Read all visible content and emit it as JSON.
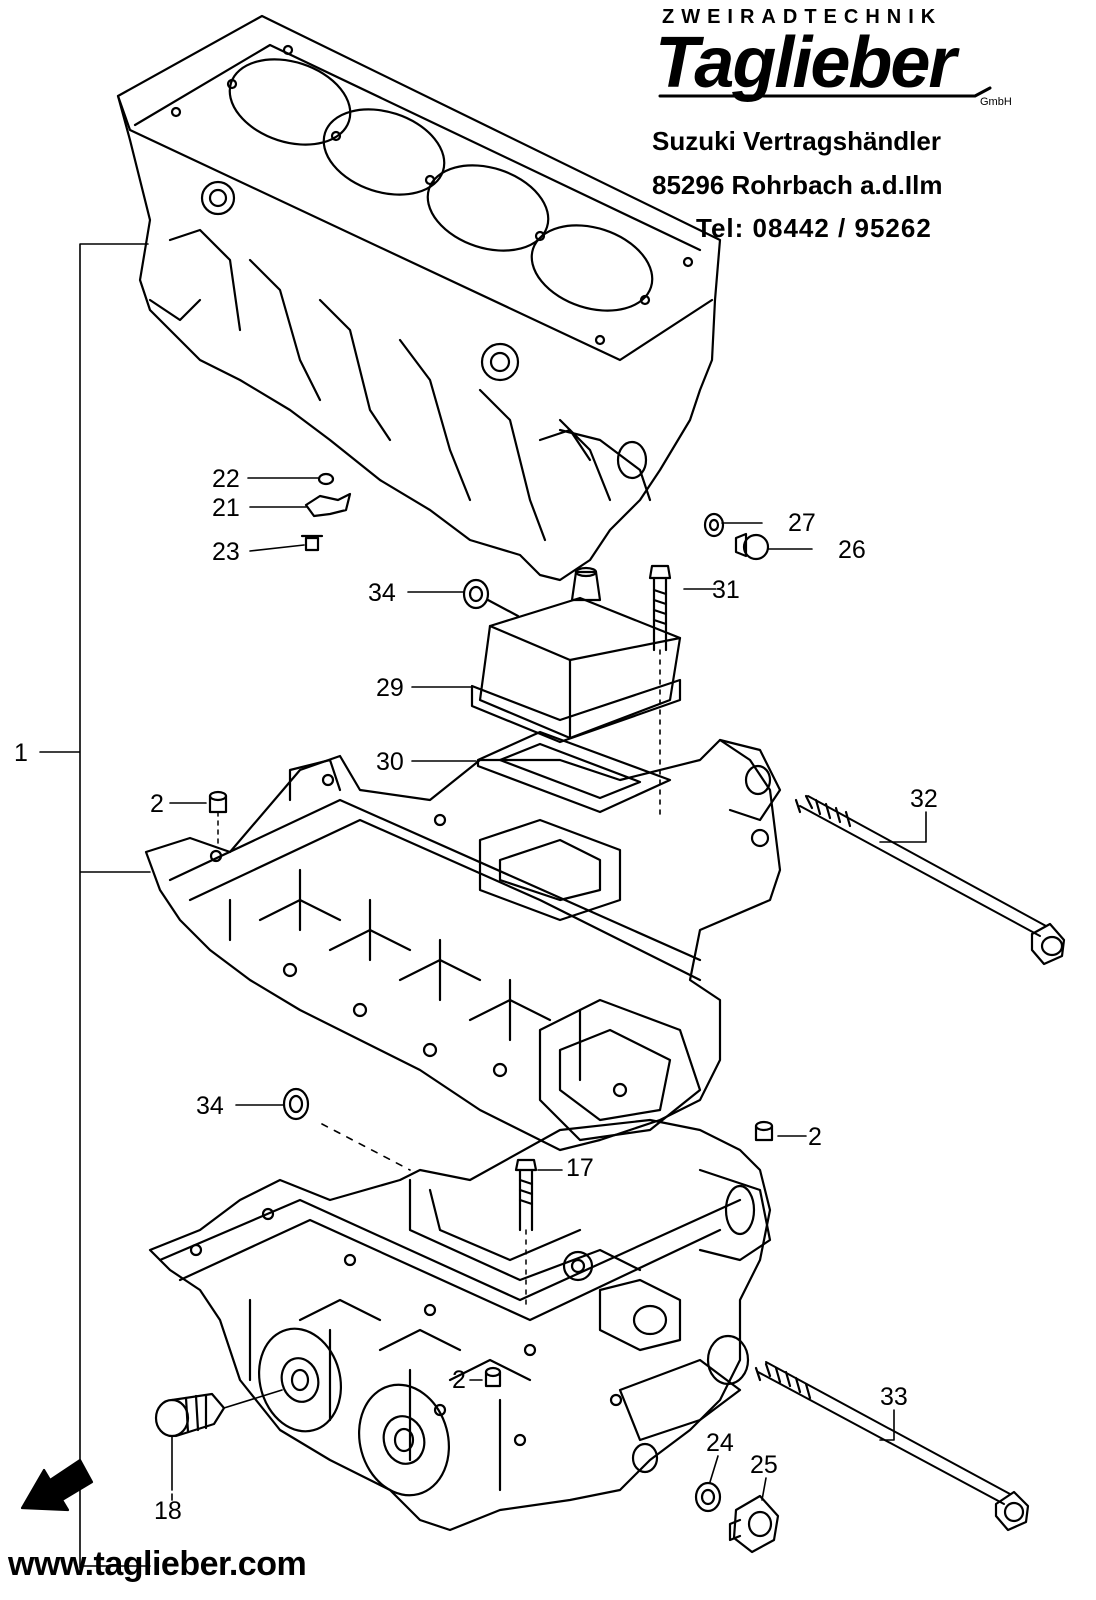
{
  "header": {
    "brand_top": "ZWEIRADTECHNIK",
    "brand_name": "Taglieber",
    "brand_suffix": "GmbH",
    "dealer": "Suzuki Vertragshändler",
    "address": "85296 Rohrbach a.d.Ilm",
    "phone": "Tel: 08442 / 95262"
  },
  "footer": {
    "website": "www.taglieber.com"
  },
  "callouts": {
    "p1": "1",
    "p2a": "2",
    "p2b": "2",
    "p2c": "2",
    "p17": "17",
    "p18": "18",
    "p21": "21",
    "p22": "22",
    "p23": "23",
    "p24": "24",
    "p25": "25",
    "p26": "26",
    "p27": "27",
    "p29": "29",
    "p30": "30",
    "p31": "31",
    "p32": "32",
    "p33": "33",
    "p34a": "34",
    "p34b": "34"
  },
  "icons": {
    "front_arrow": "front-direction-arrow-icon"
  }
}
